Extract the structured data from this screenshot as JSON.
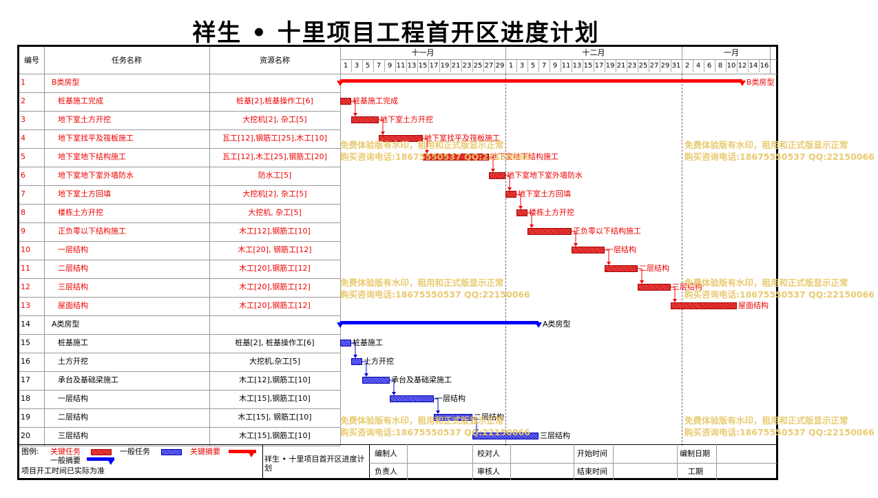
{
  "title": "祥生 • 十里项目工程首开区进度计划",
  "header": {
    "col_id": "编号",
    "col_task": "任务名称",
    "col_resource": "资源名称"
  },
  "months": [
    {
      "label": "十一月",
      "from": 0,
      "to": 15
    },
    {
      "label": "十二月",
      "from": 15,
      "to": 31
    },
    {
      "label": "一月",
      "from": 31,
      "to": 40
    }
  ],
  "days": [
    "1",
    "3",
    "5",
    "7",
    "9",
    "11",
    "13",
    "15",
    "17",
    "19",
    "21",
    "23",
    "25",
    "27",
    "29",
    "1",
    "3",
    "5",
    "7",
    "9",
    "11",
    "13",
    "15",
    "17",
    "19",
    "21",
    "23",
    "25",
    "27",
    "29",
    "31",
    "2",
    "4",
    "6",
    "8",
    "10",
    "12",
    "14",
    "16"
  ],
  "tasks": [
    {
      "id": "1",
      "name": "B类房型",
      "resource": "",
      "color": "red",
      "kind": "summary",
      "start": 0,
      "end": 36.5,
      "label": "B类房型",
      "indent": false
    },
    {
      "id": "2",
      "name": "桩基施工完成",
      "resource": "桩基[2],桩基操作工[6]",
      "color": "red",
      "kind": "task",
      "start": 0,
      "end": 1,
      "label": "桩基施工完成",
      "indent": true
    },
    {
      "id": "3",
      "name": "地下室土方开挖",
      "resource": "大挖机[2], 杂工[5]",
      "color": "red",
      "kind": "task",
      "start": 1,
      "end": 3.5,
      "label": "地下室土方开挖",
      "indent": true
    },
    {
      "id": "4",
      "name": "地下室找平及筏板施工",
      "resource": "瓦工[12],钢筋工[25],木工[10]",
      "color": "red",
      "kind": "task",
      "start": 3.5,
      "end": 7.5,
      "label": "地下室找平及筏板施工",
      "indent": true
    },
    {
      "id": "5",
      "name": "地下室地下结构施工",
      "resource": "瓦工[12],木工[25],钢筋工[20]",
      "color": "red",
      "kind": "task",
      "start": 7.5,
      "end": 13.5,
      "label": "地下室地下结构施工",
      "indent": true
    },
    {
      "id": "6",
      "name": "地下室地下室外墙防水",
      "resource": "防水工[5]",
      "color": "red",
      "kind": "task",
      "start": 13.5,
      "end": 15,
      "label": "地下室地下室外墙防水",
      "indent": true
    },
    {
      "id": "7",
      "name": "地下室土方回填",
      "resource": "大挖机[2], 杂工[5]",
      "color": "red",
      "kind": "task",
      "start": 15,
      "end": 16,
      "label": "地下室土方回填",
      "indent": true
    },
    {
      "id": "8",
      "name": "楼栋土方开挖",
      "resource": "大挖机, 杂工[5]",
      "color": "red",
      "kind": "task",
      "start": 16,
      "end": 17,
      "label": "楼栋土方开挖",
      "indent": true
    },
    {
      "id": "9",
      "name": "正负零以下结构施工",
      "resource": "木工[12],钢筋工[10]",
      "color": "red",
      "kind": "task",
      "start": 17,
      "end": 21,
      "label": "正负零以下结构施工",
      "indent": true
    },
    {
      "id": "10",
      "name": "一层结构",
      "resource": "木工[20], 钢筋工[12]",
      "color": "red",
      "kind": "task",
      "start": 21,
      "end": 24,
      "label": "一层结构",
      "indent": true
    },
    {
      "id": "11",
      "name": "二层结构",
      "resource": "木工[20],钢筋工[12]",
      "color": "red",
      "kind": "task",
      "start": 24,
      "end": 27,
      "label": "二层结构",
      "indent": true
    },
    {
      "id": "12",
      "name": "三层结构",
      "resource": "木工[20],钢筋工[12]",
      "color": "red",
      "kind": "task",
      "start": 27,
      "end": 30,
      "label": "三层结构",
      "indent": true
    },
    {
      "id": "13",
      "name": "屋面结构",
      "resource": "木工[20],钢筋工[12]",
      "color": "red",
      "kind": "task",
      "start": 30,
      "end": 36,
      "label": "屋面结构",
      "indent": true
    },
    {
      "id": "14",
      "name": "A类房型",
      "resource": "",
      "color": "blue",
      "kind": "summary",
      "start": 0,
      "end": 18,
      "label": "A类房型",
      "indent": false
    },
    {
      "id": "15",
      "name": "桩基施工",
      "resource": "桩基[2], 桩基操作工[6]",
      "color": "blue",
      "kind": "task",
      "start": 0,
      "end": 1,
      "label": "桩基施工",
      "indent": true
    },
    {
      "id": "16",
      "name": "土方开挖",
      "resource": "大挖机,杂工[5]",
      "color": "blue",
      "kind": "task",
      "start": 1,
      "end": 2,
      "label": "土方开挖",
      "indent": true
    },
    {
      "id": "17",
      "name": "承台及基础梁施工",
      "resource": "木工[12],钢筋工[10]",
      "color": "blue",
      "kind": "task",
      "start": 2,
      "end": 4.5,
      "label": "承台及基础梁施工",
      "indent": true
    },
    {
      "id": "18",
      "name": "一层结构",
      "resource": "木工[15],钢筋工[10]",
      "color": "blue",
      "kind": "task",
      "start": 4.5,
      "end": 8.5,
      "label": "一层结构",
      "indent": true
    },
    {
      "id": "19",
      "name": "二层结构",
      "resource": "木工[15], 钢筋工[10]",
      "color": "blue",
      "kind": "task",
      "start": 8.5,
      "end": 12,
      "label": "二层结构",
      "indent": true
    },
    {
      "id": "20",
      "name": "三层结构",
      "resource": "木工[15],钢筋工[10]",
      "color": "blue",
      "kind": "task",
      "start": 12,
      "end": 18,
      "label": "三层结构",
      "indent": true
    }
  ],
  "watermark": {
    "line1": "免费体验版有水印，租用和正式版显示正常",
    "line2": "购买咨询电话:18675550537 QQ:22150066"
  },
  "legend": {
    "prefix": "图例:",
    "critical": "关键任务",
    "normal": "一般任务",
    "critical_summary": "关键摘要",
    "normal_summary": "一般摘要",
    "note": "项目开工时间已实际为准"
  },
  "footer": {
    "project": "祥生 • 十里项目首开区进度计划",
    "made_by": "编制人",
    "checked_by": "校对人",
    "start_time": "开始时间",
    "made_date": "编制日期",
    "responsible": "负责人",
    "audited_by": "审核人",
    "end_time": "结束时间",
    "duration": "工期"
  },
  "colors": {
    "critical": "#ff0000",
    "normal": "#0000ff",
    "watermark": "#e8c86a"
  }
}
